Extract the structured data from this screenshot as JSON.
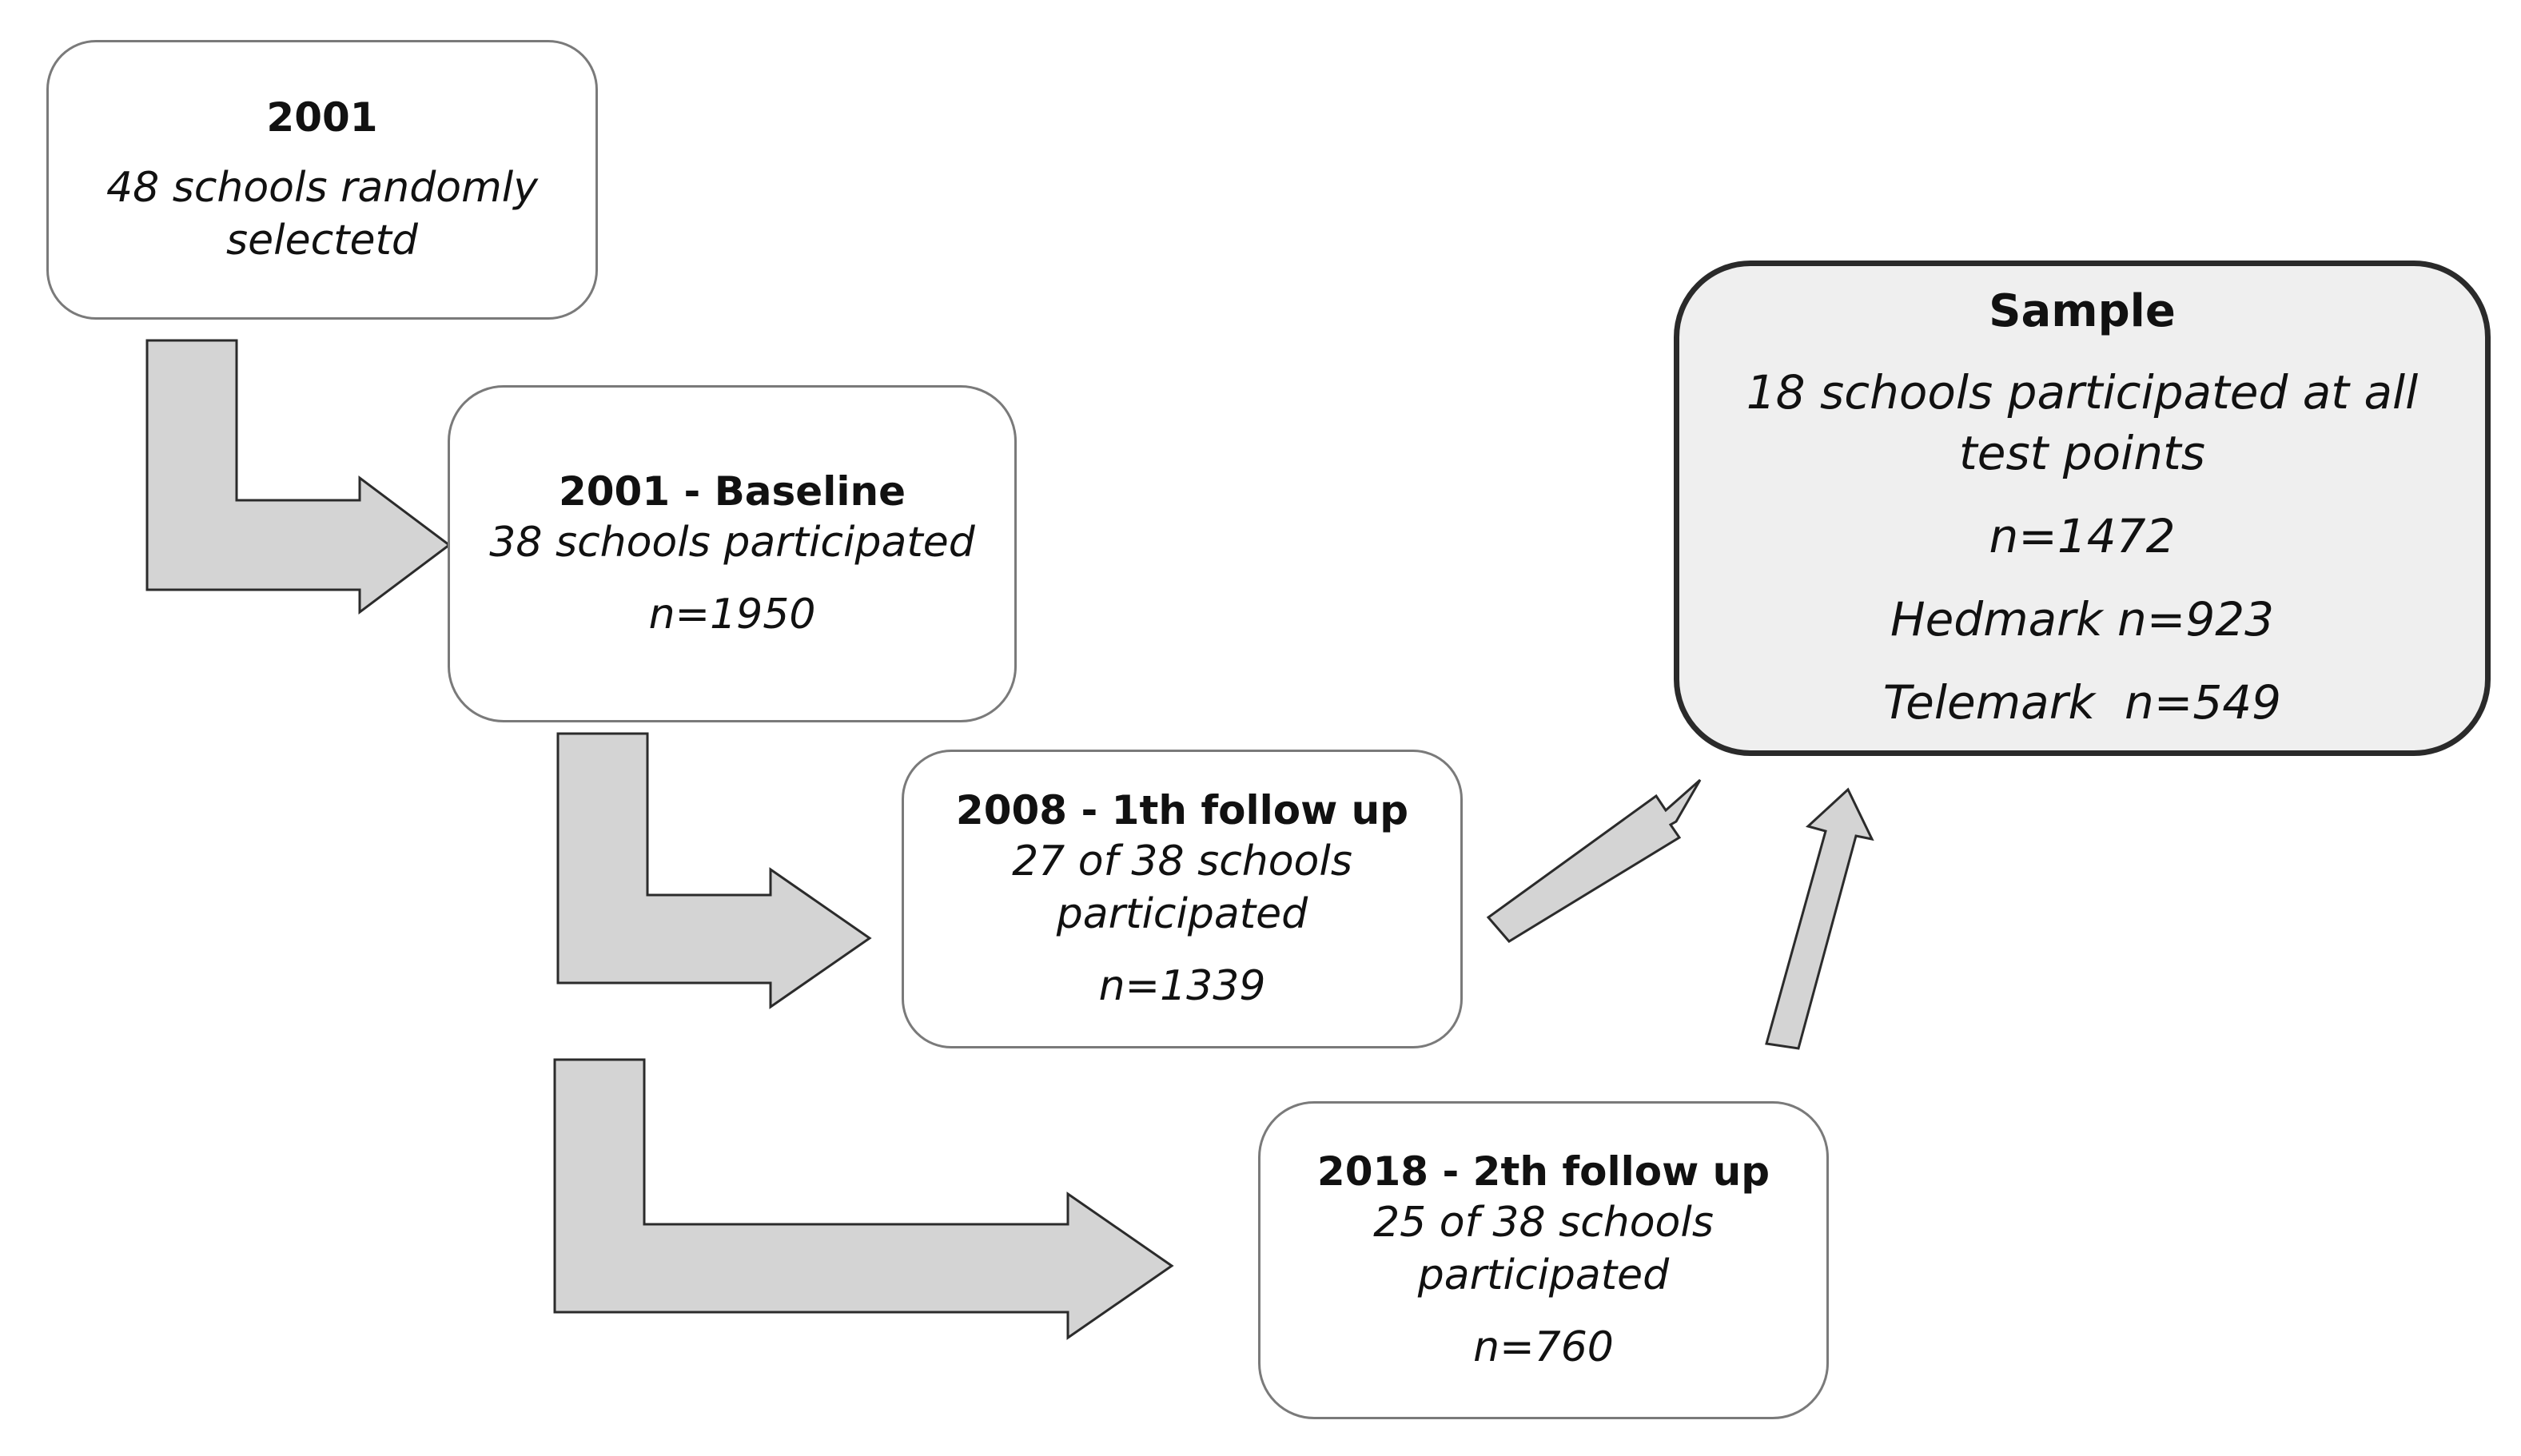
{
  "colors": {
    "arrow_fill": "#d4d4d4",
    "arrow_stroke": "#2b2b2b",
    "box_border": "#7a7a7a",
    "sample_fill": "#efefef",
    "sample_border": "#2a2a2a"
  },
  "nodes": {
    "start": {
      "title": "2001",
      "line1": "48 schools randomly",
      "line2": "selectetd"
    },
    "baseline": {
      "title": "2001 - Baseline",
      "line1": "38 schools participated",
      "n": "n=1950"
    },
    "followup1": {
      "title": "2008 - 1th follow up",
      "line1": "27 of 38 schools",
      "line2": "participated",
      "n": "n=1339"
    },
    "followup2": {
      "title": "2018 - 2th follow up",
      "line1": "25 of 38 schools",
      "line2": "participated",
      "n": "n=760"
    },
    "sample": {
      "title": "Sample",
      "line1": "18 schools participated at all",
      "line2": "test points",
      "n": "n=1472",
      "region1": "Hedmark n=923",
      "region2": "Telemark  n=549"
    }
  }
}
